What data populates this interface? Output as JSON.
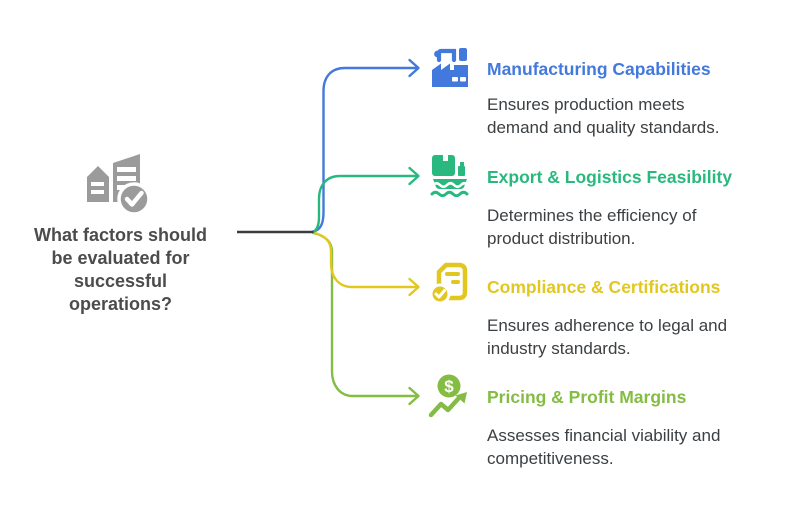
{
  "page": {
    "background": "#ffffff"
  },
  "center": {
    "icon": "buildings-check-icon",
    "question": "What factors should be evaluated for successful operations?",
    "lines": [
      "What factors should",
      "be evaluated for",
      "successful",
      "operations?"
    ],
    "text_color": "#4C4C4C",
    "icon_color": "#9B9B9B"
  },
  "connector": {
    "trunk_color": "#3A3C3F"
  },
  "description_color": "#3C4043",
  "branches": [
    {
      "title": "Manufacturing Capabilities",
      "description": "Ensures production meets demand and quality standards.",
      "lines": [
        "Ensures production meets",
        "demand and quality standards."
      ],
      "color": "#4379DC",
      "icon": "factory-robot-arm-icon"
    },
    {
      "title": "Export & Logistics Feasibility",
      "description": "Determines the efficiency of product distribution.",
      "lines": [
        "Determines the efficiency of",
        "product distribution."
      ],
      "color": "#29B97E",
      "icon": "cargo-ship-icon"
    },
    {
      "title": "Compliance & Certifications",
      "description": "Ensures adherence to legal and industry standards.",
      "lines": [
        "Ensures adherence to legal and",
        "industry standards."
      ],
      "color": "#E2C71F",
      "icon": "document-check-icon"
    },
    {
      "title": "Pricing & Profit Margins",
      "description": "Assesses financial viability and competitiveness.",
      "lines": [
        "Assesses financial viability and",
        "competitiveness."
      ],
      "color": "#84BC44",
      "icon": "dollar-growth-icon"
    }
  ]
}
